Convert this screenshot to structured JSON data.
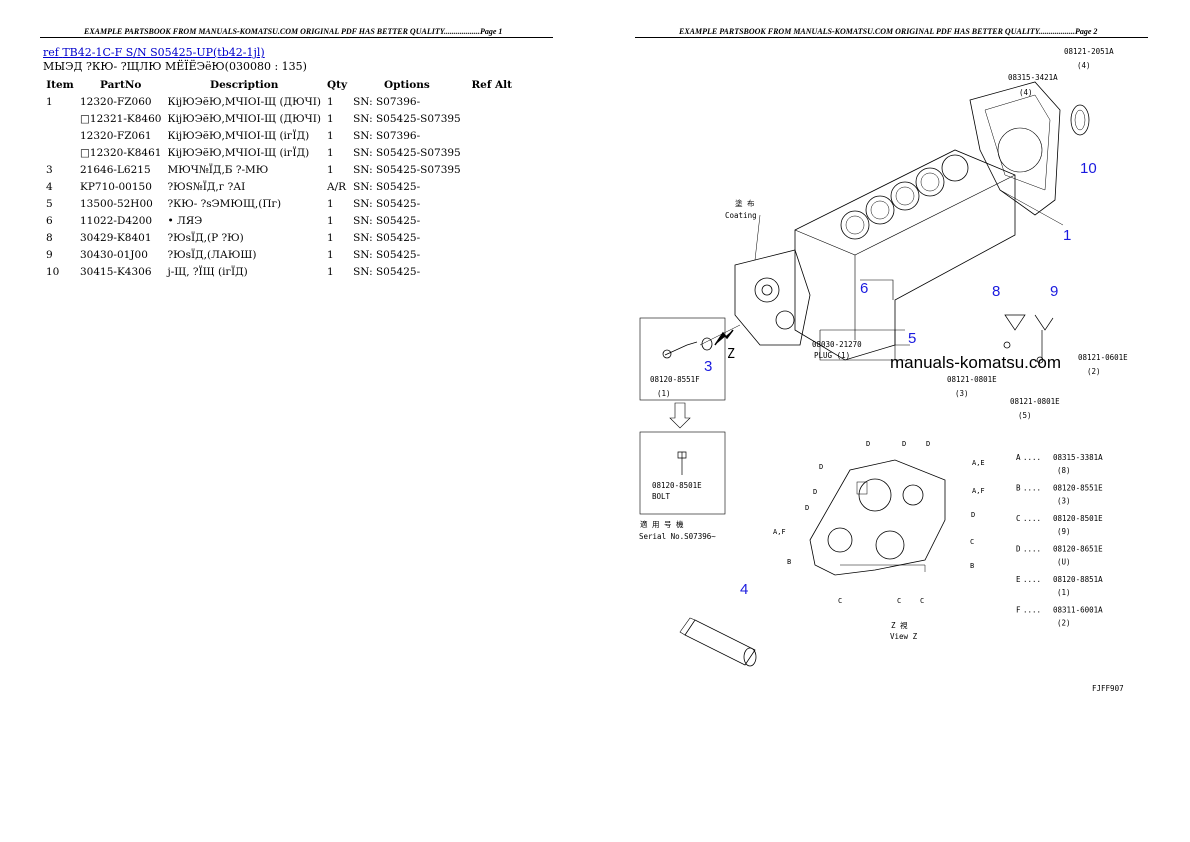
{
  "header": {
    "page1": "EXAMPLE PARTSBOOK FROM MANUALS-KOMATSU.COM ORIGINAL PDF HAS BETTER QUALITY..................Page 1",
    "page2": "EXAMPLE PARTSBOOK FROM MANUALS-KOMATSU.COM ORIGINAL PDF HAS BETTER QUALITY..................Page 2"
  },
  "ref_link": {
    "prefix": "ref",
    "text": "TB42-1C-F S/N S05425-UP(tb42-1jl)"
  },
  "subtitle": "МЫЭД ?КЮ- ?ЩЛЮ МЁЇЁЭёЮ(030080 : 135)",
  "table": {
    "columns": [
      "Item",
      "PartNo",
      "Description",
      "Qty",
      "Options",
      "Ref Alt"
    ],
    "rows": [
      {
        "item": "1",
        "partno": "12320-FZ060",
        "desc": "КіјЮЭёЮ,МЧІОІ-Щ (ДЮЧІ)",
        "qty": "1",
        "opt": "SN: S07396-",
        "ref": ""
      },
      {
        "item": "",
        "partno": "□12321-K8460",
        "desc": "КіјЮЭёЮ,МЧІОІ-Щ (ДЮЧІ)",
        "qty": "1",
        "opt": "SN: S05425-S07395",
        "ref": ""
      },
      {
        "item": "",
        "partno": "12320-FZ061",
        "desc": "КіјЮЭёЮ,МЧІОІ-Щ (ігЇД)",
        "qty": "1",
        "opt": "SN: S07396-",
        "ref": ""
      },
      {
        "item": "",
        "partno": "□12320-K8461",
        "desc": "КіјЮЭёЮ,МЧІОІ-Щ (ігЇД)",
        "qty": "1",
        "opt": "SN: S05425-S07395",
        "ref": ""
      },
      {
        "item": "3",
        "partno": "21646-L6215",
        "desc": "МЮЧ№ЇД,Б ?-МЮ",
        "qty": "1",
        "opt": "SN: S05425-S07395",
        "ref": ""
      },
      {
        "item": "4",
        "partno": "KP710-00150",
        "desc": "?ЮЅ№ЇД,г ?АІ",
        "qty": "A/R",
        "opt": "SN: S05425-",
        "ref": ""
      },
      {
        "item": "5",
        "partno": "13500-52H00",
        "desc": "?КЮ- ?ѕЭМЮЩ,(Пг)",
        "qty": "1",
        "opt": "SN: S05425-",
        "ref": ""
      },
      {
        "item": "6",
        "partno": "11022-D4200",
        "desc": "• ЛЯЭ",
        "qty": "1",
        "opt": "SN: S05425-",
        "ref": ""
      },
      {
        "item": "8",
        "partno": "30429-K8401",
        "desc": "?ЮѕЇД,(Р ?Ю)",
        "qty": "1",
        "opt": "SN: S05425-",
        "ref": ""
      },
      {
        "item": "9",
        "partno": "30430-01J00",
        "desc": "?ЮѕЇД,(ЛАЮШ)",
        "qty": "1",
        "opt": "SN: S05425-",
        "ref": ""
      },
      {
        "item": "10",
        "partno": "30415-K4306",
        "desc": "ј-Щ, ?ЇЩ (ігЇД)",
        "qty": "1",
        "opt": "SN: S05425-",
        "ref": ""
      }
    ]
  },
  "diagram": {
    "callouts": [
      "1",
      "3",
      "4",
      "5",
      "6",
      "8",
      "9",
      "10"
    ],
    "watermark": "manuals-komatsu.com",
    "coating_jp": "塗 布",
    "coating": "Coating",
    "plug_code": "08030-21270",
    "plug_label": "PLUG (1)",
    "z_label": "Z",
    "bolt_codes": {
      "top1": "08121-2051A",
      "top1_qty": "(4)",
      "top2": "08315-3421A",
      "top2_qty": "(4)",
      "left": "08120-8551F",
      "left_qty": "(1)",
      "r1": "08121-0601E",
      "r1_qty": "(2)",
      "r2": "08121-0801E",
      "r2_qty": "(3)",
      "r3": "08121-0801E",
      "r3_qty": "(5)"
    },
    "inset_code": "08120-8501E",
    "inset_label": "BOLT",
    "serial_jp": "適 用 号 機",
    "serial": "Serial No.S07396~",
    "view_jp": "Z 視",
    "view_label": "View Z",
    "legend": [
      {
        "key": "A",
        "code": "08315-3381A",
        "qty": "(8)"
      },
      {
        "key": "B",
        "code": "08120-8551E",
        "qty": "(3)"
      },
      {
        "key": "C",
        "code": "08120-8501E",
        "qty": "(9)"
      },
      {
        "key": "D",
        "code": "08120-8651E",
        "qty": "(U)"
      },
      {
        "key": "E",
        "code": "08120-8851A",
        "qty": "(1)"
      },
      {
        "key": "F",
        "code": "08311-6001A",
        "qty": "(2)"
      }
    ],
    "fig_code": "FJFF907",
    "view_letters": [
      "D",
      "D",
      "D",
      "D",
      "D",
      "D",
      "A,E",
      "A,F",
      "D",
      "A,F",
      "B",
      "C",
      "C",
      "C",
      "B",
      "C"
    ]
  }
}
